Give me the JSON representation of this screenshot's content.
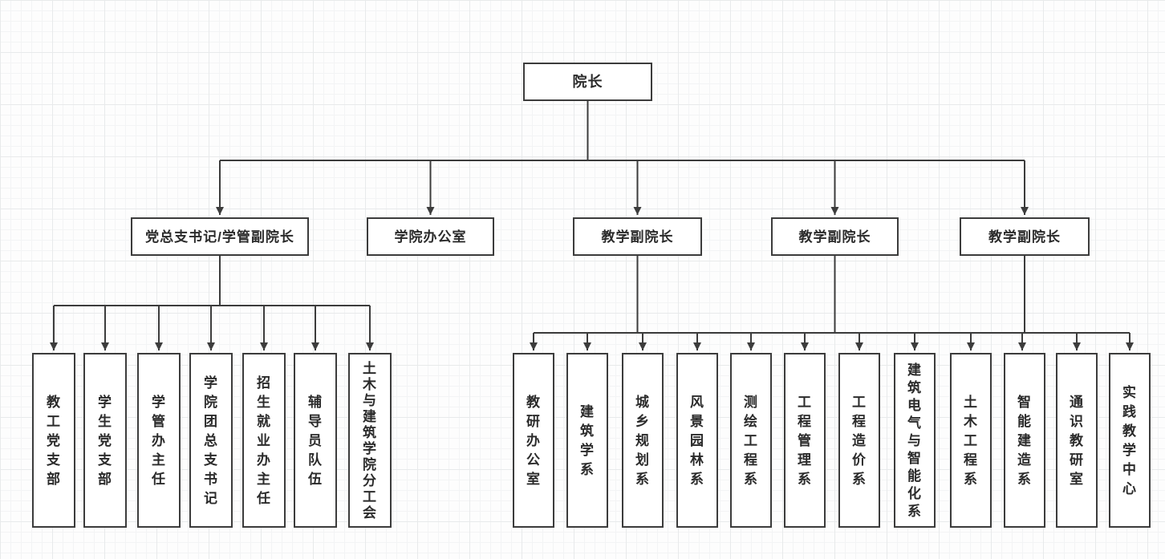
{
  "diagram": {
    "title": "college-organization-chart",
    "root": {
      "label": "院长"
    },
    "level2": [
      {
        "label": "党总支书记/学管副院长"
      },
      {
        "label": "学院办公室"
      },
      {
        "label": "教学副院长"
      },
      {
        "label": "教学副院长"
      },
      {
        "label": "教学副院长"
      }
    ],
    "admin_children": [
      {
        "label": "教工党支部"
      },
      {
        "label": "学生党支部"
      },
      {
        "label": "学管办主任"
      },
      {
        "label": "学院团总支书记"
      },
      {
        "label": "招生就业办主任"
      },
      {
        "label": "辅导员队伍"
      },
      {
        "label": "土木与建筑学院分工会"
      }
    ],
    "teaching_children": [
      {
        "label": "教研办公室"
      },
      {
        "label": "建筑学系"
      },
      {
        "label": "城乡规划系"
      },
      {
        "label": "风景园林系"
      },
      {
        "label": "测绘工程系"
      },
      {
        "label": "工程管理系"
      },
      {
        "label": "工程造价系"
      },
      {
        "label": "建筑电气与智能化系"
      },
      {
        "label": "土木工程系"
      },
      {
        "label": "智能建造系"
      },
      {
        "label": "通识教研室"
      },
      {
        "label": "实践教学中心"
      }
    ],
    "colors": {
      "box_border": "#3c3c3c",
      "box_fill": "#ffffff",
      "connector": "#3c3c3c",
      "text": "#2b2b2b",
      "grid_minor": "#f3f4f5",
      "grid_major": "#e8eaeb"
    }
  }
}
